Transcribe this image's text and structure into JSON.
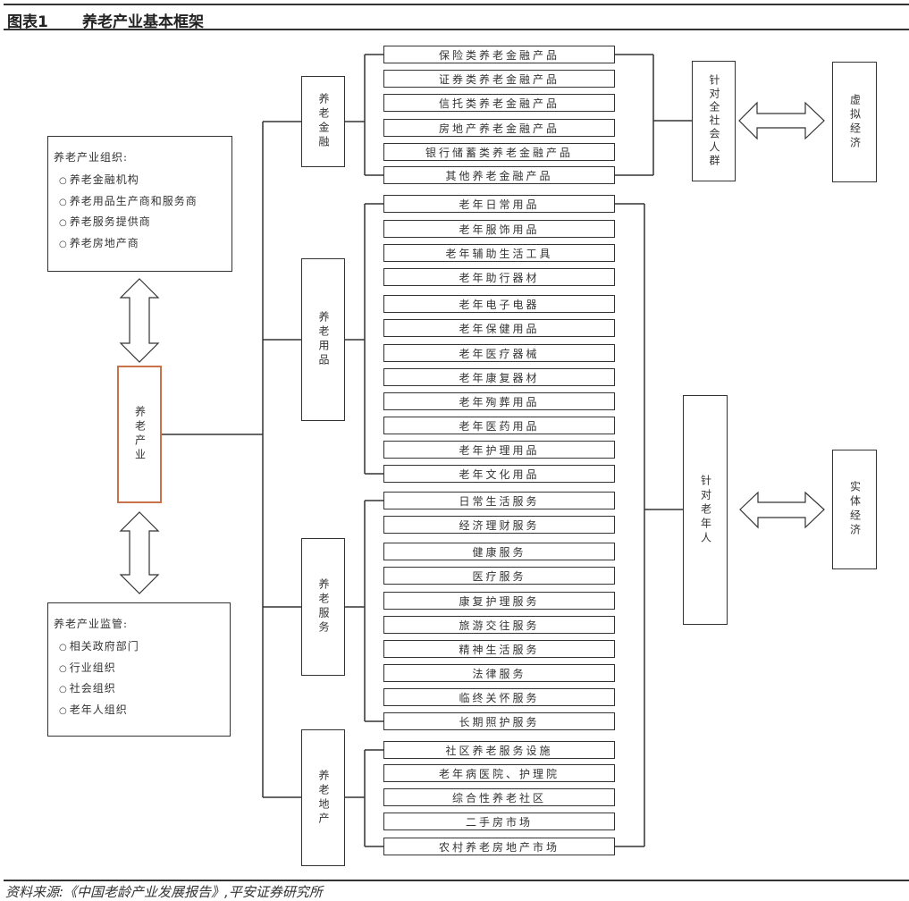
{
  "header": {
    "figure_no": "图表1",
    "title": "养老产业基本框架"
  },
  "footer": {
    "source": "资料来源:《中国老龄产业发展报告》,平安证券研究所"
  },
  "left": {
    "organization": {
      "title": "养老产业组织:",
      "items": [
        "养老金融机构",
        "养老用品生产商和服务商",
        "养老服务提供商",
        "养老房地产商"
      ]
    },
    "center": "养老产业",
    "supervision": {
      "title": "养老产业监管:",
      "items": [
        "相关政府部门",
        "行业组织",
        "社会组织",
        "老年人组织"
      ]
    }
  },
  "categories": [
    {
      "label": "养老金融",
      "items": [
        "保险类养老金融产品",
        "证券类养老金融产品",
        "信托类养老金融产品",
        "房地产养老金融产品",
        "银行储蓄类养老金融产品",
        "其他养老金融产品"
      ]
    },
    {
      "label": "养老用品",
      "items": [
        "老年日常用品",
        "老年服饰用品",
        "老年辅助生活工具",
        "老年助行器材",
        "老年电子电器",
        "老年保健用品",
        "老年医疗器械",
        "老年康复器材",
        "老年殉葬用品",
        "老年医药用品",
        "老年护理用品",
        "老年文化用品"
      ]
    },
    {
      "label": "养老服务",
      "items": [
        "日常生活服务",
        "经济理财服务",
        "健康服务",
        "医疗服务",
        "康复护理服务",
        "旅游交往服务",
        "精神生活服务",
        "法律服务",
        "临终关怀服务",
        "长期照护服务"
      ]
    },
    {
      "label": "养老地产",
      "items": [
        "社区养老服务设施",
        "老年病医院、护理院",
        "综合性养老社区",
        "二手房市场",
        "农村养老房地产市场"
      ]
    }
  ],
  "targets": [
    {
      "label": "针对全社会人群",
      "economy": "虚拟经济"
    },
    {
      "label": "针对老年人",
      "economy": "实体经济"
    }
  ]
}
